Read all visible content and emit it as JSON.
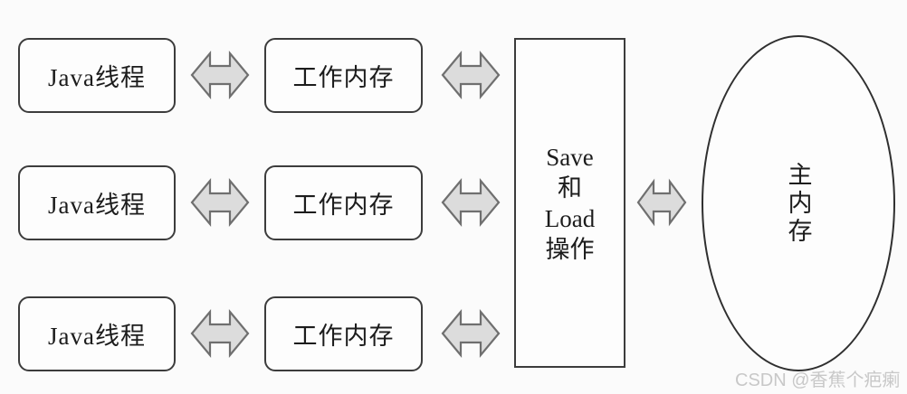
{
  "diagram": {
    "rows": [
      {
        "thread_label": "Java线程",
        "memory_label": "工作内存"
      },
      {
        "thread_label": "Java线程",
        "memory_label": "工作内存"
      },
      {
        "thread_label": "Java线程",
        "memory_label": "工作内存"
      }
    ],
    "save_load_box": {
      "lines": [
        "Save",
        "和",
        "Load",
        "操作"
      ]
    },
    "main_memory_label": "主内存",
    "watermark": "CSDN @香蕉个疤瘌",
    "colors": {
      "arrow_fill": "#dcdcdc",
      "arrow_stroke": "#6f6f6f",
      "box_border": "#3c3c3c",
      "watermark_text": "#c8c8c8"
    }
  }
}
